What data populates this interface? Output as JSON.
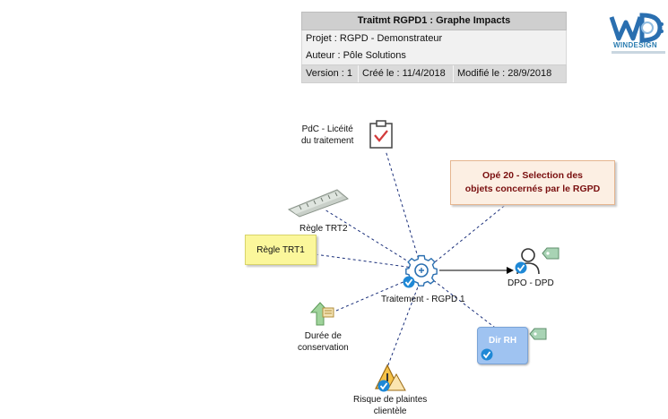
{
  "info": {
    "title": "Traitmt RGPD1 : Graphe Impacts",
    "projet": "Projet : RGPD - Demonstrateur",
    "auteur": "Auteur : Pôle Solutions",
    "version": "Version : 1",
    "cree": "Créé le : 11/4/2018",
    "modifie": "Modifié le : 28/9/2018"
  },
  "logo": {
    "text": "WINDESIGN"
  },
  "nodes": {
    "center": "Traitement - RGPD 1",
    "pdc_line1": "PdC - Licéité",
    "pdc_line2": "du traitement",
    "regle_trt2": "Règle TRT2",
    "regle_trt1": "Règle TRT1",
    "ope_line1": "Opé 20 - Selection des",
    "ope_line2": "objets concernés par le RGPD",
    "dpo": "DPO - DPD",
    "dir_rh": "Dir RH",
    "duree_line1": "Durée de",
    "duree_line2": "conservation",
    "risque_line1": "Risque de plaintes",
    "risque_line2": "clientèle"
  },
  "colors": {
    "accent_blue": "#2a6fb0",
    "check_blue": "#1e88d6",
    "ope_text": "#7a0f0f",
    "note_yellow": "#fbf79b",
    "dir_blue": "#9fc3f1"
  }
}
